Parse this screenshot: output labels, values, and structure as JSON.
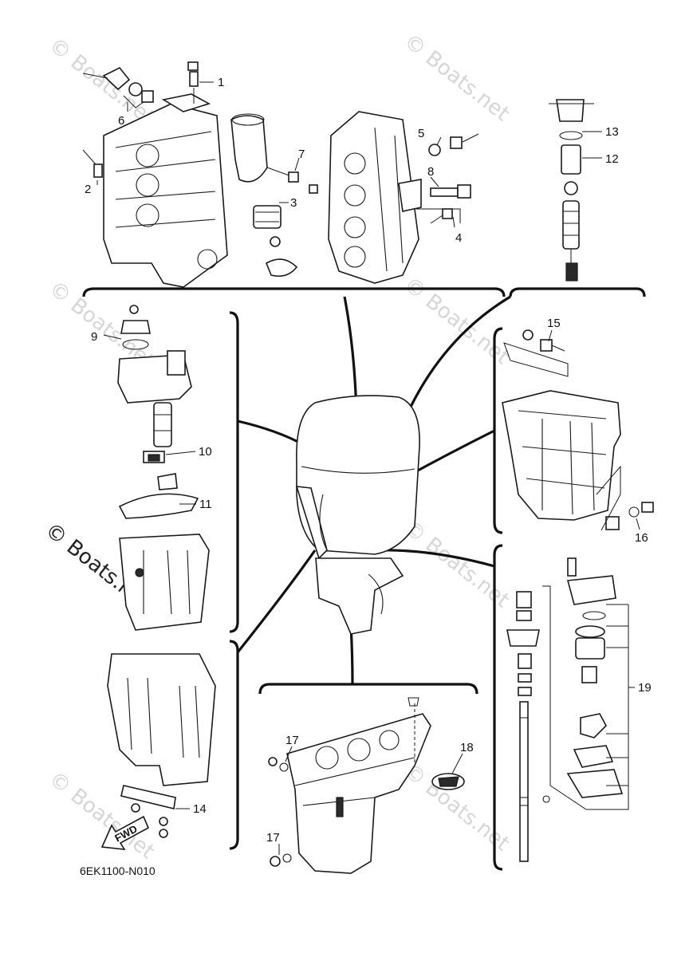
{
  "watermark": "© Boats.net",
  "drawing_code": "6EK1100-N010",
  "fwd_label": "FWD",
  "callouts": [
    "1",
    "2",
    "3",
    "4",
    "5",
    "6",
    "7",
    "8",
    "9",
    "10",
    "11",
    "12",
    "13",
    "14",
    "15",
    "16",
    "17",
    "17",
    "18",
    "19"
  ],
  "icons": [
    "fwd-arrow-icon"
  ]
}
